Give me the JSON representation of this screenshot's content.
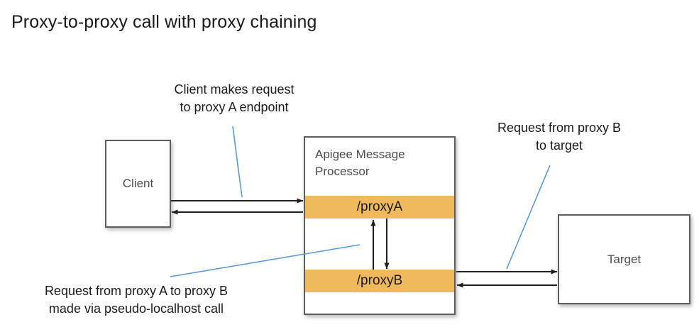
{
  "page": {
    "title": "Proxy-to-proxy call with proxy chaining",
    "background_color": "#ffffff"
  },
  "colors": {
    "proxy_band": "#efb95c",
    "box_border": "#5e5e5e",
    "arrow": "#231f20",
    "leader_line": "#5b9bd5",
    "title_text": "#1a1a1a",
    "node_label_text": "#4c4c4c"
  },
  "nodes": {
    "client": {
      "label": "Client"
    },
    "message_processor": {
      "title": "Apigee Message\nProcessor",
      "bands": [
        {
          "label": "/proxyA",
          "name": "proxy-a"
        },
        {
          "label": "/proxyB",
          "name": "proxy-b"
        }
      ]
    },
    "target": {
      "label": "Target"
    }
  },
  "annotations": [
    {
      "name": "client-request",
      "text": "Client makes request\nto proxy A endpoint"
    },
    {
      "name": "target-request",
      "text": "Request from proxy B\nto target"
    },
    {
      "name": "proxy-chaining",
      "text": "Request from proxy A to proxy B\nmade via pseudo-localhost call"
    }
  ],
  "flows": [
    {
      "name": "client-to-proxy-a",
      "from": "client",
      "to": "proxy-a",
      "direction": "forward"
    },
    {
      "name": "proxy-a-to-client",
      "from": "proxy-a",
      "to": "client",
      "direction": "return"
    },
    {
      "name": "proxy-a-to-proxy-b",
      "from": "proxy-a",
      "to": "proxy-b",
      "direction": "forward"
    },
    {
      "name": "proxy-b-to-proxy-a",
      "from": "proxy-b",
      "to": "proxy-a",
      "direction": "return"
    },
    {
      "name": "proxy-b-to-target",
      "from": "proxy-b",
      "to": "target",
      "direction": "forward"
    },
    {
      "name": "target-to-proxy-b",
      "from": "target",
      "to": "proxy-b",
      "direction": "return"
    }
  ]
}
